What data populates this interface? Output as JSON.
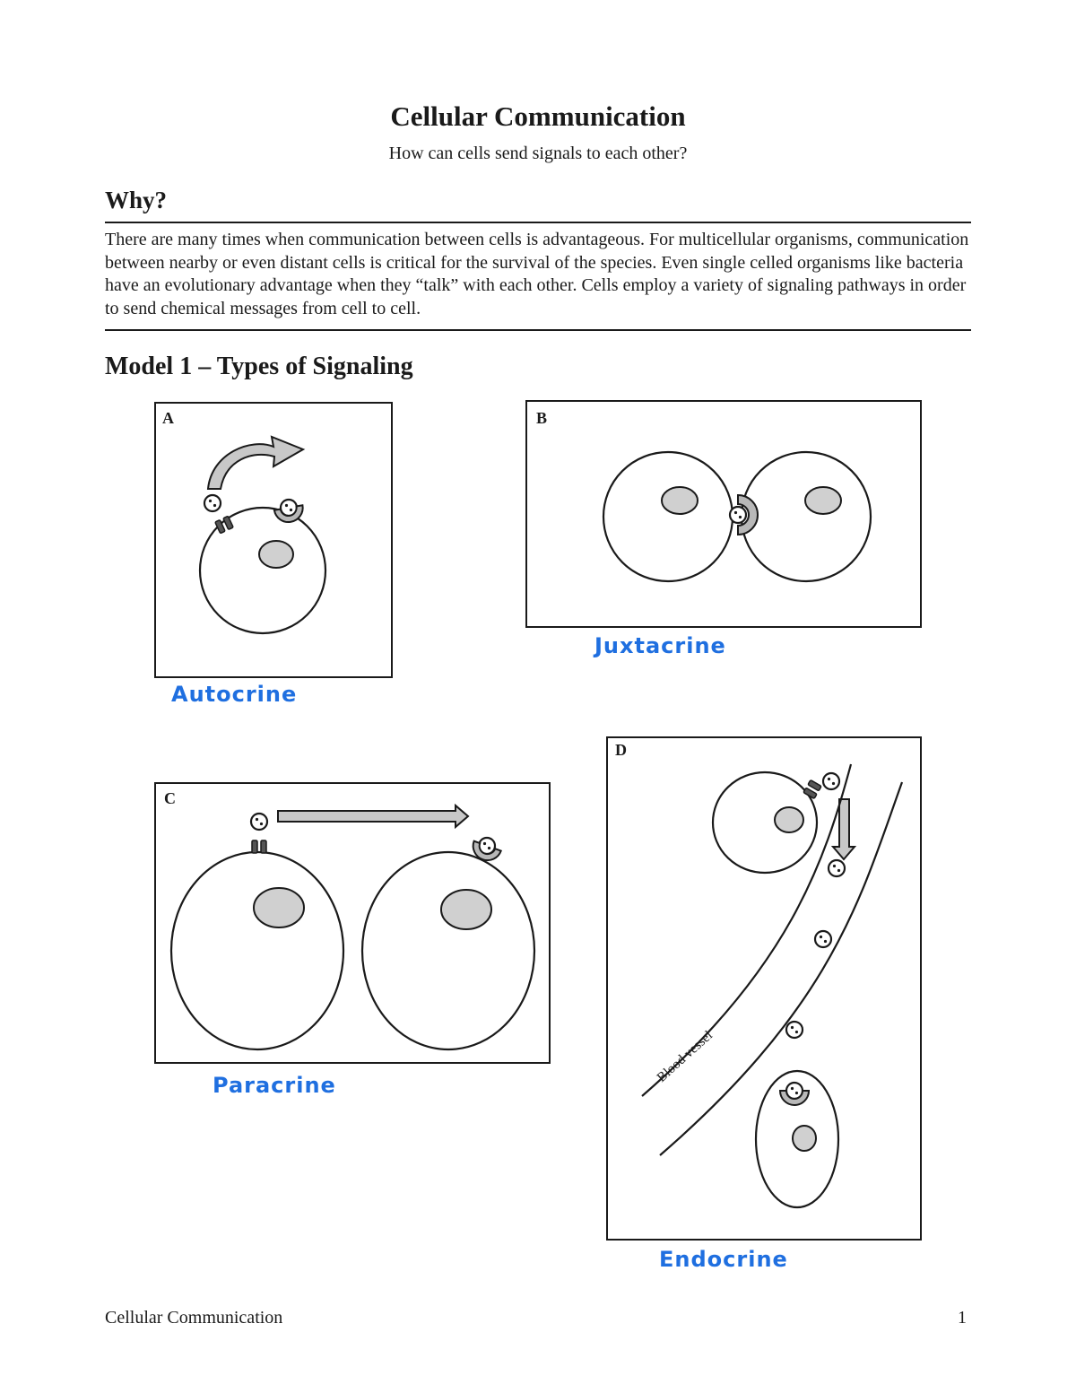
{
  "header": {
    "title": "Cellular Communication",
    "subtitle": "How can cells send signals to each other?"
  },
  "why": {
    "heading": "Why?",
    "text": "There are many times when communication between cells is advantageous. For multicellular organisms, communication between nearby or even distant cells is critical for the survival of the species. Even single celled organisms like bacteria have an evolutionary advantage when they “talk” with each other. Cells employ a variety of signaling pathways in order to send chemical messages from cell to cell."
  },
  "model": {
    "heading": "Model 1 – Types of Signaling",
    "panels": {
      "a": {
        "letter": "A",
        "answer": "Autocrine"
      },
      "b": {
        "letter": "B",
        "answer": "Juxtacrine"
      },
      "c": {
        "letter": "C",
        "answer": "Paracrine"
      },
      "d": {
        "letter": "D",
        "answer": "Endocrine",
        "vessel_label": "Blood vessel"
      }
    }
  },
  "footer": {
    "left": "Cellular Communication",
    "page": "1"
  }
}
